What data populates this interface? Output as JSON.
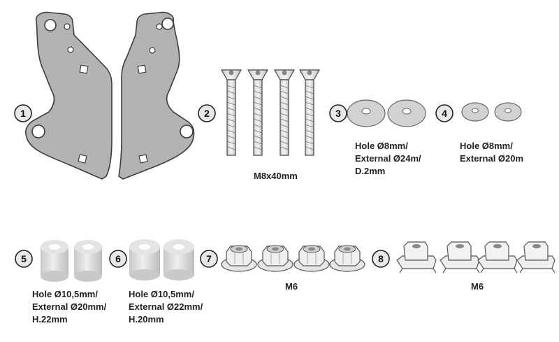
{
  "parts": [
    {
      "number": "1",
      "name": "bracket-plates"
    },
    {
      "number": "2",
      "name": "screws",
      "caption": [
        "M8x40mm"
      ]
    },
    {
      "number": "3",
      "name": "large-washers",
      "caption": [
        "Hole Ø8mm/",
        "External Ø24m/",
        "D.2mm"
      ]
    },
    {
      "number": "4",
      "name": "small-washers",
      "caption": [
        "Hole Ø8mm/",
        "External Ø20m"
      ]
    },
    {
      "number": "5",
      "name": "spacers-22mm",
      "caption": [
        "Hole Ø10,5mm/",
        "External Ø20mm/",
        "H.22mm"
      ]
    },
    {
      "number": "6",
      "name": "spacers-20mm",
      "caption": [
        "Hole Ø10,5mm/",
        "External Ø22mm/",
        "H.20mm"
      ]
    },
    {
      "number": "7",
      "name": "flange-nuts",
      "caption": [
        "M6"
      ]
    },
    {
      "number": "8",
      "name": "cage-nuts",
      "caption": [
        "M6"
      ]
    }
  ],
  "colors": {
    "metal": "#b3b3b3",
    "metal_edge": "#3c3c3c",
    "washer": "#d2d2d2",
    "spacer": "#dedede",
    "nut": "#e6e6e6",
    "badge_bg": "#e8e8e8"
  }
}
